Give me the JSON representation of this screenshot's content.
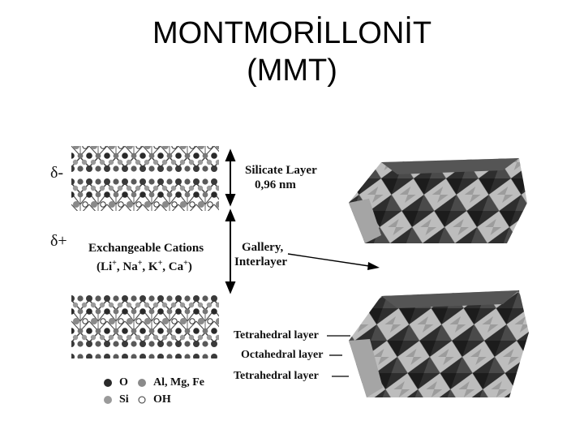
{
  "slide": {
    "title_line1": "MONTMORİLLONİT",
    "title_line2": "(MMT)"
  },
  "diagram": {
    "delta_minus": "δ-",
    "delta_plus": "δ+",
    "cations_label": "Exchangeable Cations",
    "cations_list": {
      "open": "(Li",
      "na": "Na",
      "k": "K",
      "ca": "Ca",
      "close": ")",
      "charge": "+",
      "separator": ","
    },
    "silicate_layer_label": "Silicate Layer",
    "silicate_layer_thickness": "0,96 nm",
    "gallery_label": "Gallery,",
    "interlayer_label": "Interlayer",
    "tetrahedral_top_label": "Tetrahedral layer",
    "octahedral_label": "Octahedral layer",
    "tetrahedral_bottom_label": "Tetrahedral layer",
    "legend": {
      "o": "O",
      "al_mg_fe": "Al, Mg, Fe",
      "si": "Si",
      "oh": "OH"
    },
    "colors": {
      "oxygen": "#2a2a2a",
      "metal": "#8a8a8a",
      "silicon": "#9a9a9a",
      "hydroxyl": "#ffffff",
      "polyhedra_dark": "#2e2e2e",
      "polyhedra_light": "#9c9c9c"
    }
  }
}
